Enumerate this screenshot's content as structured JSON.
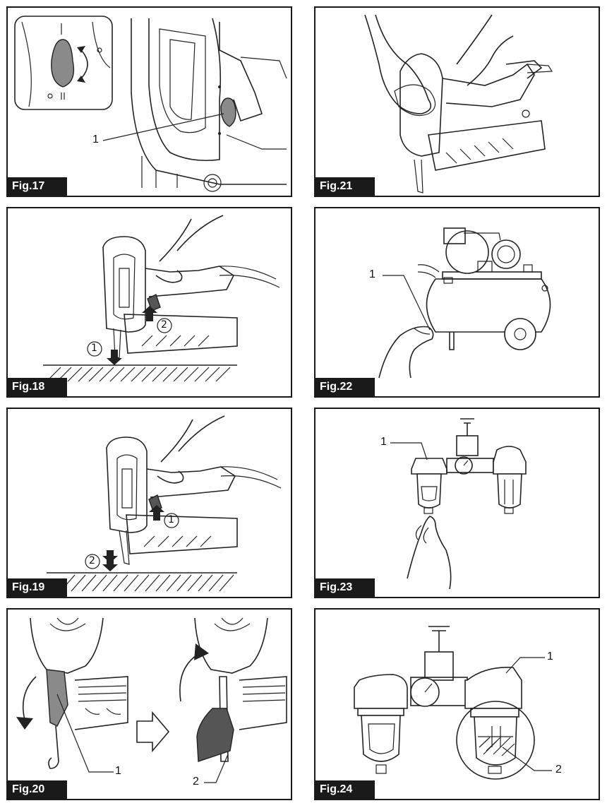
{
  "figures": {
    "fig17": {
      "label": "Fig.17",
      "callouts": [
        "1"
      ]
    },
    "fig18": {
      "label": "Fig.18",
      "steps": [
        "1",
        "2"
      ]
    },
    "fig19": {
      "label": "Fig.19",
      "steps": [
        "1",
        "2"
      ]
    },
    "fig20": {
      "label": "Fig.20",
      "callouts": [
        "1",
        "2"
      ]
    },
    "fig21": {
      "label": "Fig.21"
    },
    "fig22": {
      "label": "Fig.22",
      "callouts": [
        "1"
      ]
    },
    "fig23": {
      "label": "Fig.23",
      "callouts": [
        "1"
      ]
    },
    "fig24": {
      "label": "Fig.24",
      "callouts": [
        "1",
        "2"
      ]
    }
  }
}
